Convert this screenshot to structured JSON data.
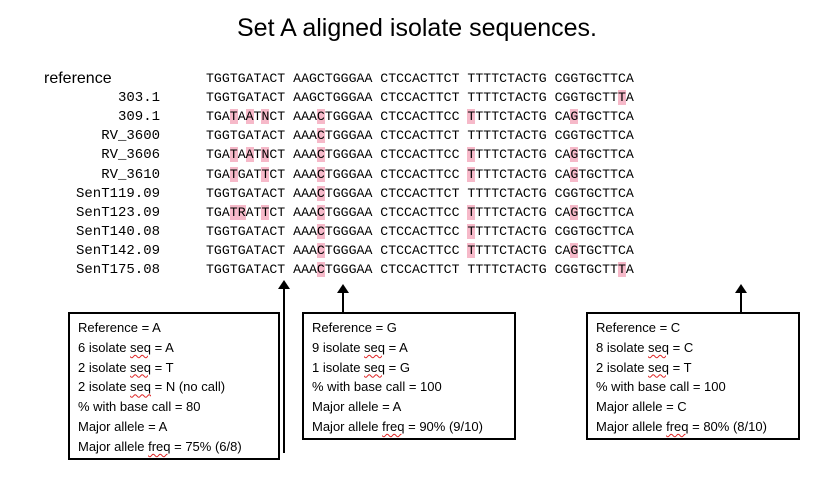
{
  "title": "Set A aligned isolate sequences.",
  "reference_label": "reference",
  "reference_seq": "TGGTGATACT AAGCTGGGAA CTCCACTTCT TTTTCTACTG CGGTGCTTCA",
  "sequences": [
    {
      "name": "303.1",
      "seq": "TGGTGATACT AAGCTGGGAA CTCCACTTCT TTTTCTACTG CGGTGCTTTA",
      "hl": [
        48
      ]
    },
    {
      "name": "309.1",
      "seq": "TGATAATNCT AAACTGGGAA CTCCACTTCC TTTTCTACTG CAGTGCTTCA",
      "hl": [
        3,
        5,
        7,
        13,
        30,
        42
      ]
    },
    {
      "name": "RV_3600",
      "seq": "TGGTGATACT AAACTGGGAA CTCCACTTCT TTTTCTACTG CGGTGCTTCA",
      "hl": [
        13
      ]
    },
    {
      "name": "RV_3606",
      "seq": "TGATAATNCT AAACTGGGAA CTCCACTTCC TTTTCTACTG CAGTGCTTCA",
      "hl": [
        3,
        5,
        7,
        13,
        30,
        42
      ]
    },
    {
      "name": "RV_3610",
      "seq": "TGATGATTCT AAACTGGGAA CTCCACTTCC TTTTCTACTG CAGTGCTTCA",
      "hl": [
        3,
        7,
        13,
        30,
        42
      ]
    },
    {
      "name": "SenT119.09",
      "seq": "TGGTGATACT AAACTGGGAA CTCCACTTCT TTTTCTACTG CGGTGCTTCA",
      "hl": [
        13
      ]
    },
    {
      "name": "SenT123.09",
      "seq": "TGATRATTCT AAACTGGGAA CTCCACTTCC TTTTCTACTG CAGTGCTTCA",
      "hl": [
        3,
        4,
        7,
        13,
        30,
        42
      ]
    },
    {
      "name": "SenT140.08",
      "seq": "TGGTGATACT AAACTGGGAA CTCCACTTCC TTTTCTACTG CGGTGCTTCA",
      "hl": [
        13,
        30
      ]
    },
    {
      "name": "SenT142.09",
      "seq": "TGGTGATACT AAACTGGGAA CTCCACTTCC TTTTCTACTG CAGTGCTTCA",
      "hl": [
        13,
        30,
        42
      ]
    },
    {
      "name": "SenT175.08",
      "seq": "TGGTGATACT AAACTGGGAA CTCCACTTCT TTTTCTACTG CGGTGCTTTA",
      "hl": [
        13,
        48
      ]
    }
  ],
  "boxes": [
    {
      "lines": [
        "Reference = A",
        "6 isolate seq = A",
        "2 isolate seq = T",
        "2 isolate seq = N (no call)",
        "% with base call = 80",
        "Major allele = A",
        "Major allele freq = 75% (6/8)"
      ]
    },
    {
      "lines": [
        "Reference = G",
        "9 isolate seq = A",
        "1 isolate seq = G",
        "% with base call = 100",
        "Major allele = A",
        "Major allele freq = 90% (9/10)"
      ]
    },
    {
      "lines": [
        "Reference = C",
        "8 isolate seq = C",
        "2 isolate seq = T",
        "% with base call = 100",
        "Major allele = C",
        "Major allele freq = 80% (8/10)"
      ]
    }
  ],
  "colors": {
    "highlight": "#f6b9c9"
  }
}
